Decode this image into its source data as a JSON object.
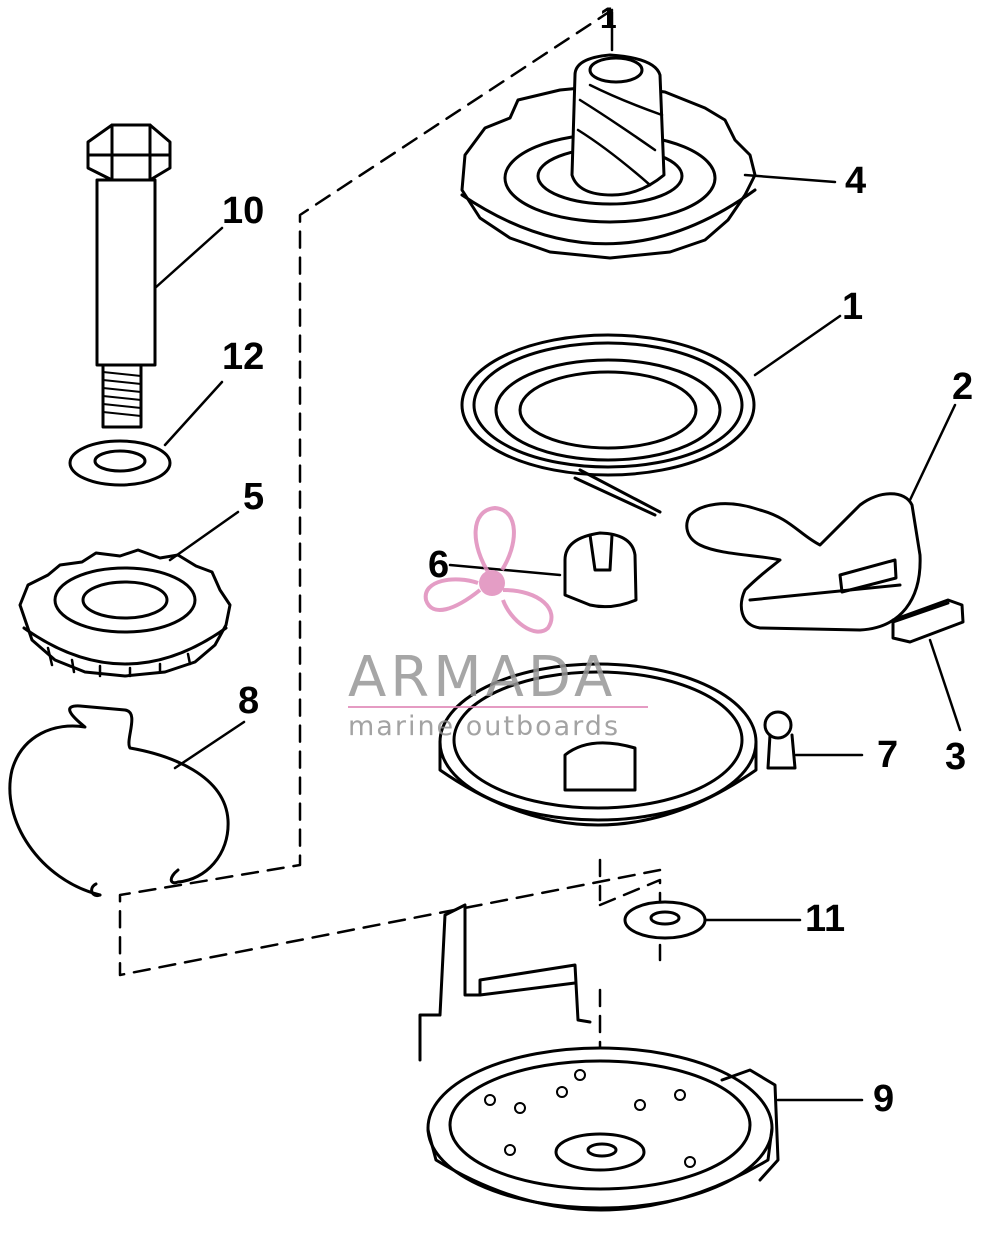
{
  "callouts": {
    "c1_top": "1",
    "c1": "1",
    "c2": "2",
    "c3": "3",
    "c4": "4",
    "c5": "5",
    "c6": "6",
    "c7": "7",
    "c8": "8",
    "c9": "9",
    "c10": "10",
    "c11": "11",
    "c12": "12"
  },
  "watermark": {
    "name": "ARMADA",
    "tagline": "marine outboards",
    "logo_icon": "propeller-icon",
    "accent_color": "#e08cbc"
  }
}
